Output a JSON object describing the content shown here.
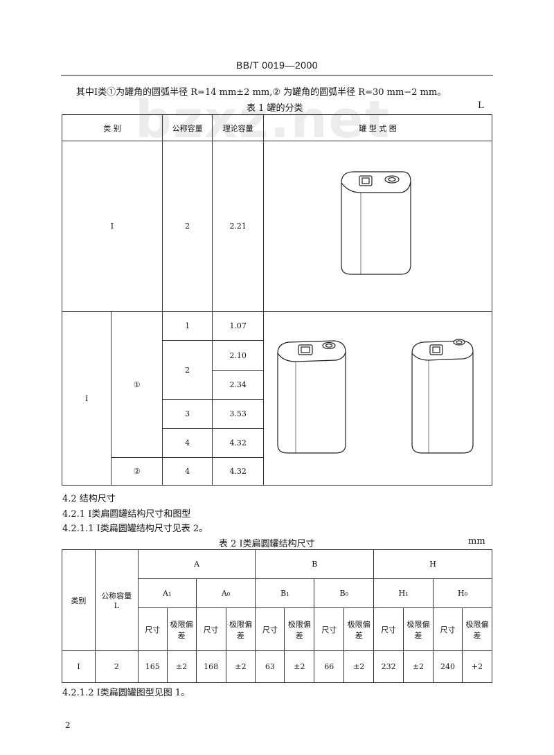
{
  "header": {
    "code": "BB/T 0019—2000"
  },
  "intro": "其中Ⅰ类①为罐角的圆弧半径 R=14 mm±2 mm,② 为罐角的圆弧半径 R=30 mm−2 mm。",
  "table1": {
    "title": "表 1   罐的分类",
    "unit": "L",
    "headers": {
      "category": "类    别",
      "nominal": "公称容量",
      "theoretical": "理论容量",
      "figure": "罐 型 式 图"
    },
    "row1": {
      "category": "Ⅰ",
      "nominal": "2",
      "theoretical": "2.21"
    },
    "group2": {
      "category": "Ⅰ",
      "sub1": "①",
      "sub2": "②",
      "n1": "1",
      "t1": "1.07",
      "n2": "2",
      "t2a": "2.10",
      "t2b": "2.34",
      "n3": "3",
      "t3": "3.53",
      "n4": "4",
      "t4": "4.32",
      "n5": "4",
      "t5": "4.32"
    }
  },
  "sec_4_2": "4.2  结构尺寸",
  "sec_4_2_1": "4.2.1   Ⅰ类扁圆罐结构尺寸和图型",
  "sec_4_2_1_1": "4.2.1.1   Ⅰ类扁圆罐结构尺寸见表 2。",
  "table2": {
    "title": "表 2   Ⅰ类扁圆罐结构尺寸",
    "unit": "mm",
    "h_category": "类别",
    "h_nominal": "公称容量",
    "h_nominal_unit": "L",
    "groups": [
      "A",
      "B",
      "H"
    ],
    "subgroups": [
      "A₁",
      "A₀",
      "B₁",
      "B₀",
      "H₁",
      "H₀"
    ],
    "size_label": "尺寸",
    "tol_label": "极限偏差",
    "row": {
      "category": "Ⅰ",
      "nominal": "2",
      "values": [
        "165",
        "±2",
        "168",
        "±2",
        "63",
        "±2",
        "66",
        "±2",
        "232",
        "±2",
        "240",
        "+2"
      ]
    }
  },
  "sec_4_2_1_2": "4.2.1.2   Ⅰ类扁圆罐图型见图 1。",
  "page_number": "2",
  "watermark": "bzxz.net"
}
